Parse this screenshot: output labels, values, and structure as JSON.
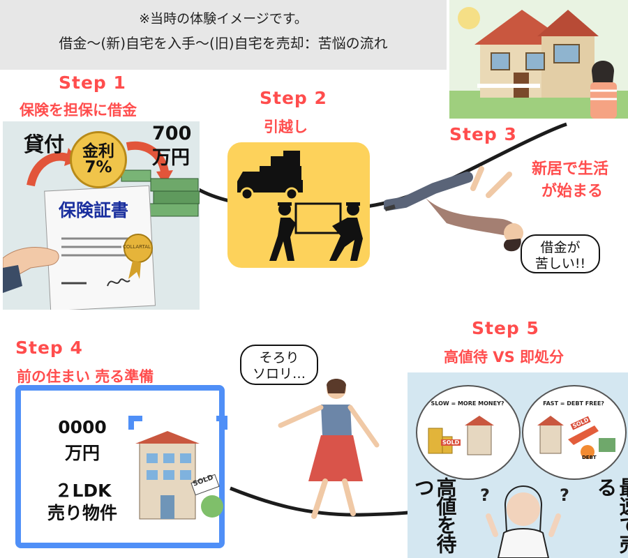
{
  "title": {
    "line1": "※当時の体験イメージです。",
    "line2": "借金〜(新)自宅を入手〜(旧)自宅を売却：苦悩の流れ"
  },
  "step1": {
    "step": "Step 1",
    "subtitle": "保険を担保に借金",
    "loan_label": "貸付",
    "interest_label": "金利",
    "interest_rate": "7%",
    "amount_num": "700",
    "amount_unit": "万円",
    "certificate": "保険証書",
    "seal": "COLLARTAL"
  },
  "step2": {
    "step": "Step 2",
    "subtitle": "引越し"
  },
  "step3": {
    "step": "Step 3",
    "subtitle_1": "新居で生活",
    "subtitle_2": "が始まる",
    "bubble_1": "借金が",
    "bubble_2": "苦しい!!"
  },
  "step4": {
    "step": "Step 4",
    "subtitle": "前の住まい 売る準備",
    "price_num": "0000",
    "price_unit": "万円",
    "layout": "２LDK",
    "listing": "売り物件",
    "sold_sign": "SOLD",
    "bubble_1": "そろり",
    "bubble_2": "ソロリ…"
  },
  "step5": {
    "step": "Step 5",
    "subtitle": "高値待 VS 即処分",
    "left_thought": "SLOW = MORE MONEY?",
    "right_thought": "FAST = DEBT FREE?",
    "sold_left": "SOLD",
    "sold_right": "SOLD",
    "debt": "DEBT",
    "left_vertical": "高値を待つ",
    "right_vertical": "最速で売る",
    "question": "?"
  },
  "colors": {
    "accent": "#ff4d4d",
    "step2_panel": "#fdd25b",
    "step4_frame": "#4f8ff7",
    "step5_panel": "#d4e7f1"
  }
}
